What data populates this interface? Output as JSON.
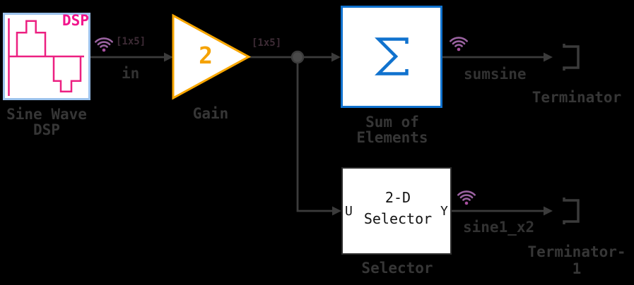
{
  "canvas": {
    "background_color": "#000000",
    "wire_color": "#3B3B3B",
    "label_color": "#363636"
  },
  "icons": {
    "sine_wave": "staircase-sine-icon",
    "sum_of_elements": "sigma-icon",
    "terminator": "terminator-bracket-icon",
    "logging_badge": "wifi-icon"
  },
  "blocks": {
    "sine_wave": {
      "label_line1": "Sine Wave",
      "label_line2": "DSP",
      "badge": "DSP",
      "wave_color": "#EC2081",
      "border_color": "#9CC2EC"
    },
    "gain": {
      "label": "Gain",
      "value": "2",
      "color": "#F7A600"
    },
    "sum_of_elements": {
      "label_line1": "Sum of",
      "label_line2": "Elements",
      "border_color": "#1072CE"
    },
    "selector": {
      "label": "Selector",
      "content_line1": "2-D",
      "content_line2": "Selector",
      "input_port": "U",
      "output_port": "Y"
    },
    "terminator": {
      "label": "Terminator"
    },
    "terminator_1": {
      "label_line1": "Terminator-",
      "label_line2": "1"
    }
  },
  "signals": {
    "in": {
      "name": "in",
      "dimension": "[1x5]"
    },
    "gain_out": {
      "dimension": "[1x5]"
    },
    "sumsine": {
      "name": "sumsine"
    },
    "sine1_x2": {
      "name": "sine1_x2"
    }
  },
  "colors": {
    "dimension_label": "#3D2B35",
    "logging_badge": "#9A62A0",
    "badge_dot": "#A74FA0"
  }
}
